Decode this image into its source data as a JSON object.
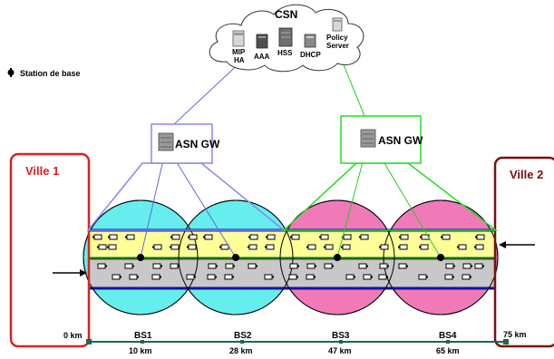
{
  "legend": {
    "label": "Station de base"
  },
  "csn": {
    "title": "CSN",
    "servers": [
      "MIP HA",
      "AAA",
      "HSS",
      "DHCP",
      "Policy Server"
    ],
    "server_lines": [
      [
        "MIP",
        "HA"
      ],
      [
        "AAA"
      ],
      [
        "HSS"
      ],
      [
        "DHCP"
      ],
      [
        "Policy",
        "Server"
      ]
    ]
  },
  "gateways": [
    {
      "label": "ASN GW",
      "color": "#8888ee"
    },
    {
      "label": "ASN GW",
      "color": "#22dd22"
    }
  ],
  "cities": [
    {
      "label": "Ville 1",
      "color": "#e02020"
    },
    {
      "label": "Ville 2",
      "color": "#7a1010"
    }
  ],
  "base_stations": [
    {
      "label": "BS1",
      "km": "10 km",
      "color": "#66eeee"
    },
    {
      "label": "BS2",
      "km": "28 km",
      "color": "#66eeee"
    },
    {
      "label": "BS3",
      "km": "47 km",
      "color": "#f07ab8"
    },
    {
      "label": "BS4",
      "km": "65 km",
      "color": "#f07ab8"
    }
  ],
  "scale": {
    "start": "0 km",
    "end": "75 km"
  },
  "colors": {
    "road_upper": "#ffff99",
    "road_lower": "#c8c8c8",
    "road_border": "#1010aa",
    "median": "#1a6a1a",
    "scale_line": "#1a6a4a"
  }
}
